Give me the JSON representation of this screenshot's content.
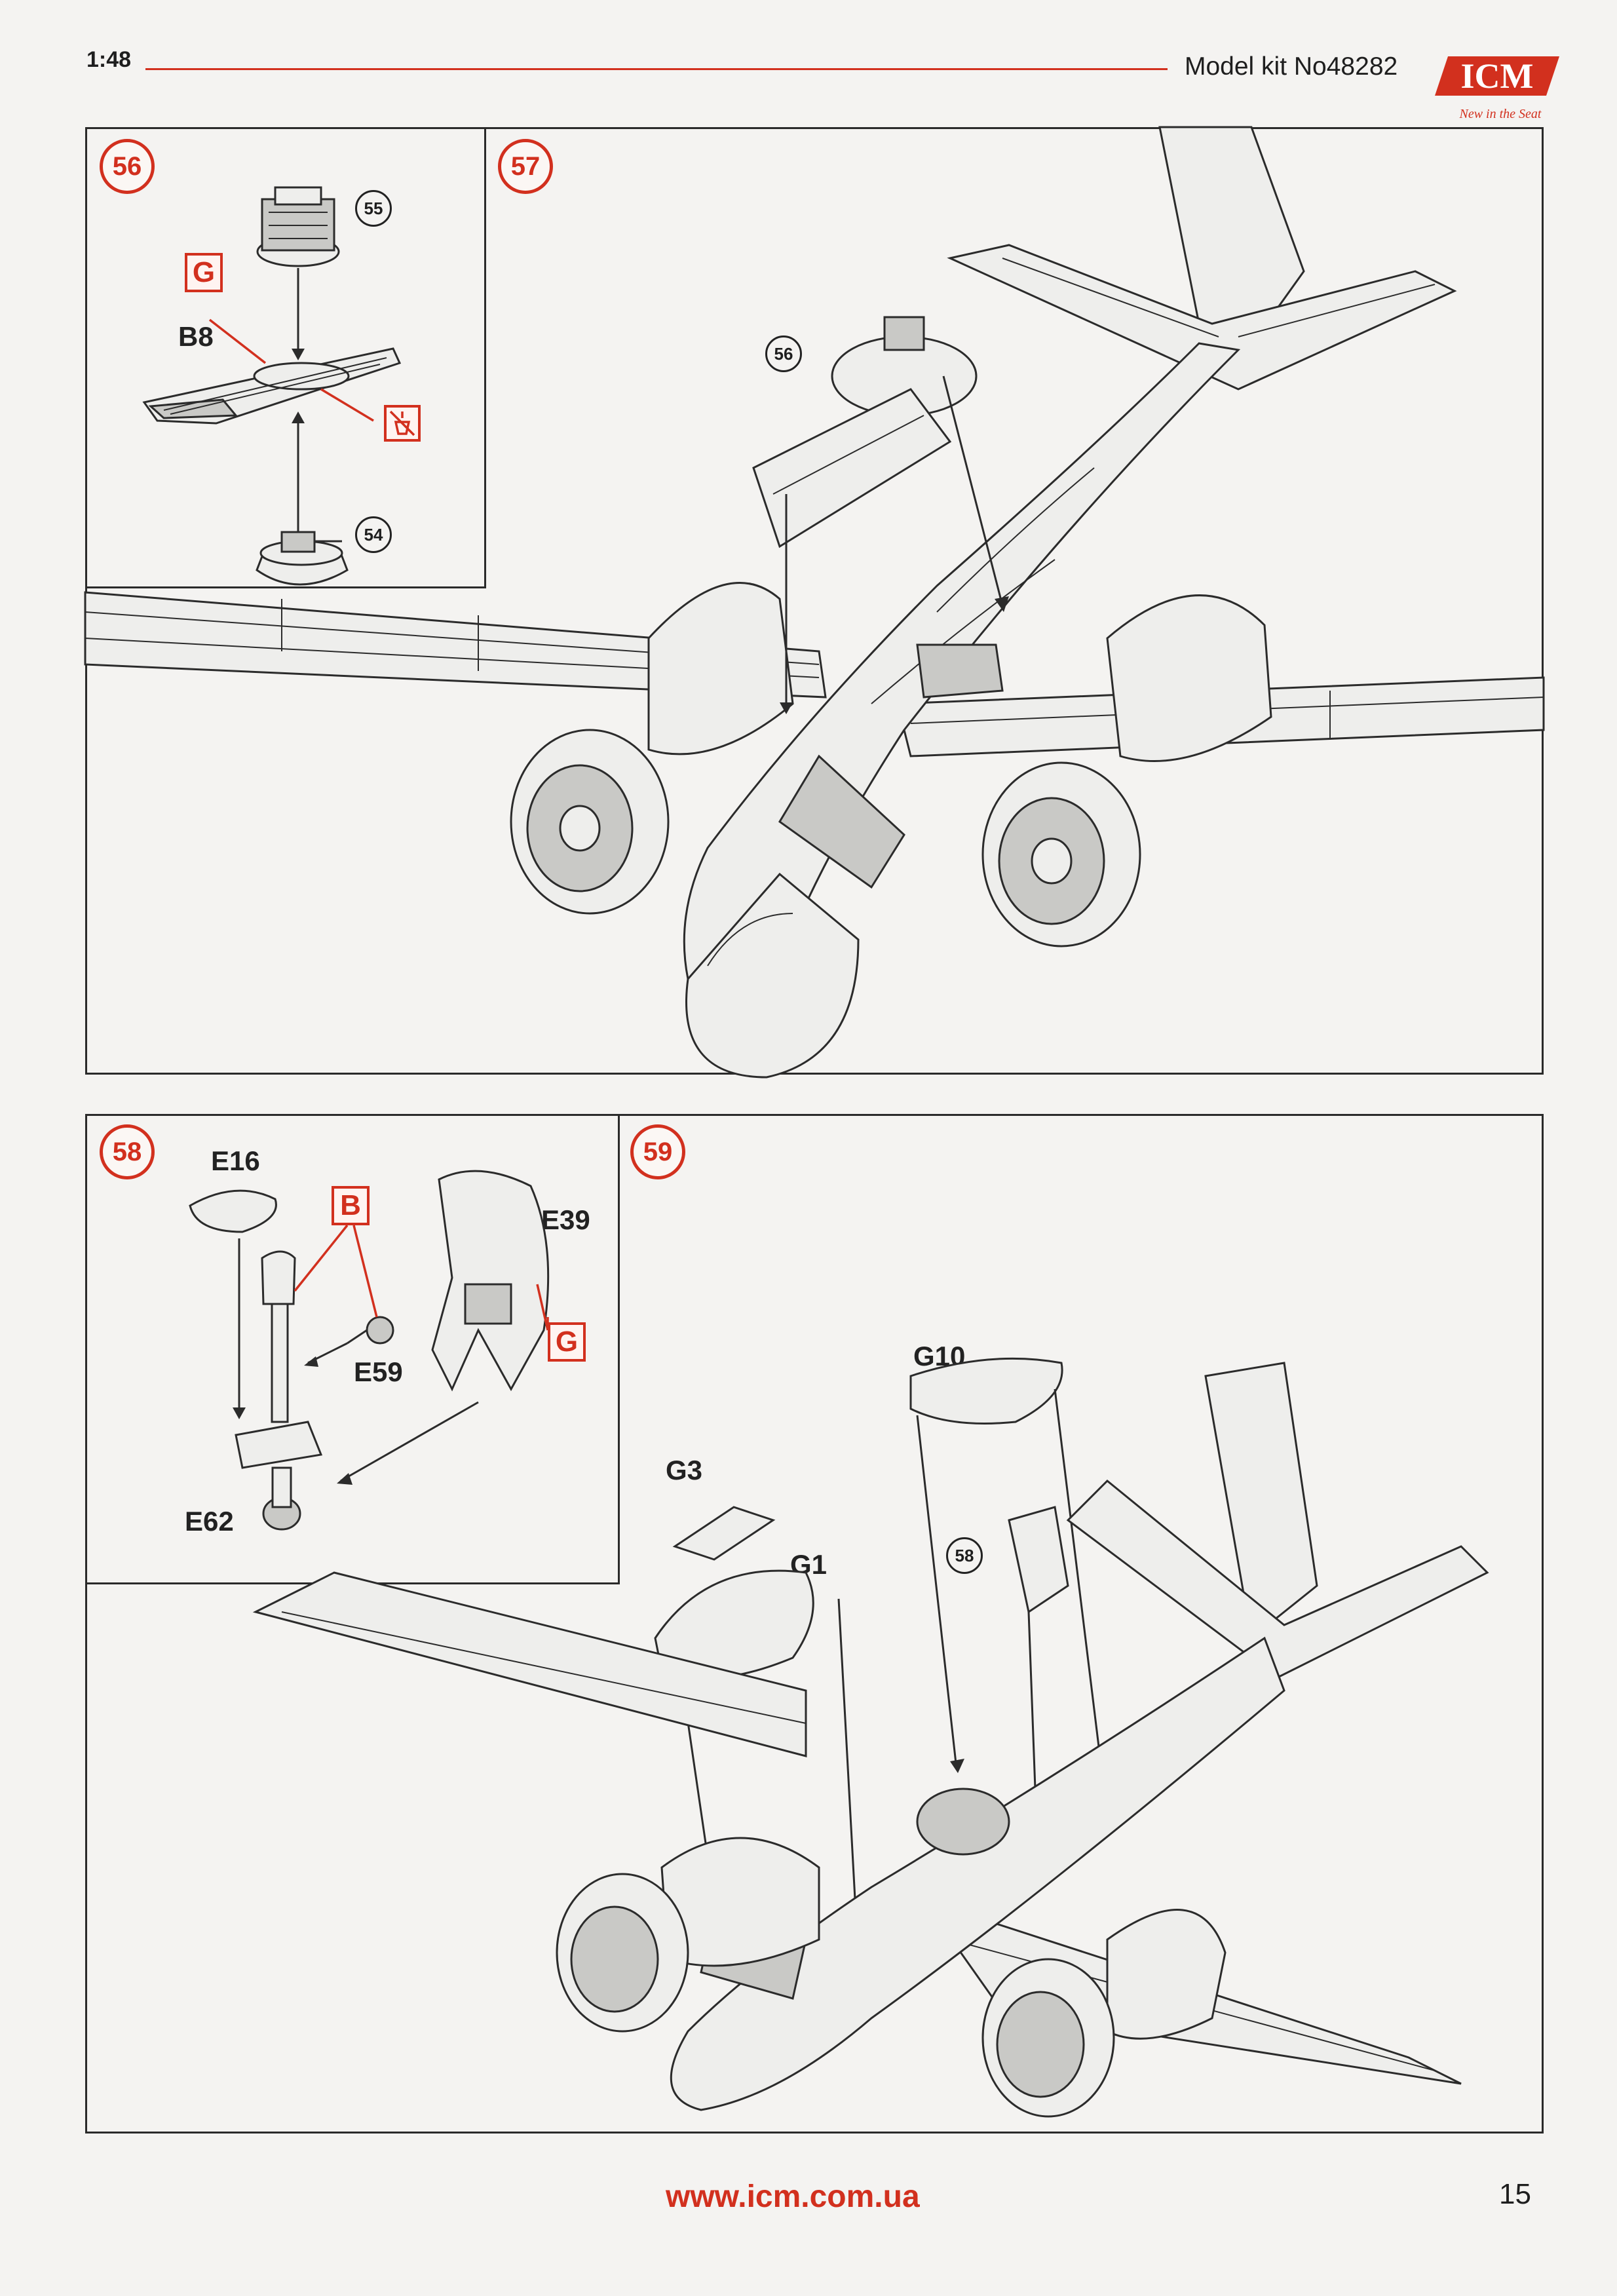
{
  "header": {
    "scale": "1:48",
    "kit": "Model kit No48282"
  },
  "logo": {
    "brand": "ICM",
    "tagline": "New in the Seat"
  },
  "step56": {
    "number": "56",
    "labels": {
      "b8": "B8",
      "g": "G"
    },
    "refs": {
      "r55": "55",
      "r54": "54"
    }
  },
  "step57": {
    "number": "57",
    "refs": {
      "r56": "56"
    }
  },
  "step58": {
    "number": "58",
    "labels": {
      "e16": "E16",
      "b": "B",
      "e39": "E39",
      "g": "G",
      "e59": "E59",
      "e62": "E62"
    }
  },
  "step59": {
    "number": "59",
    "labels": {
      "g10": "G10",
      "g3": "G3",
      "g1": "G1"
    },
    "refs": {
      "r58": "58"
    }
  },
  "footer": {
    "url": "www.icm.com.ua",
    "page": "15"
  },
  "colors": {
    "accent": "#d2301e",
    "line": "#2b2b2b",
    "paper": "#f4f3f1"
  },
  "icons": {
    "glue_warning": "glue-warning-icon"
  }
}
